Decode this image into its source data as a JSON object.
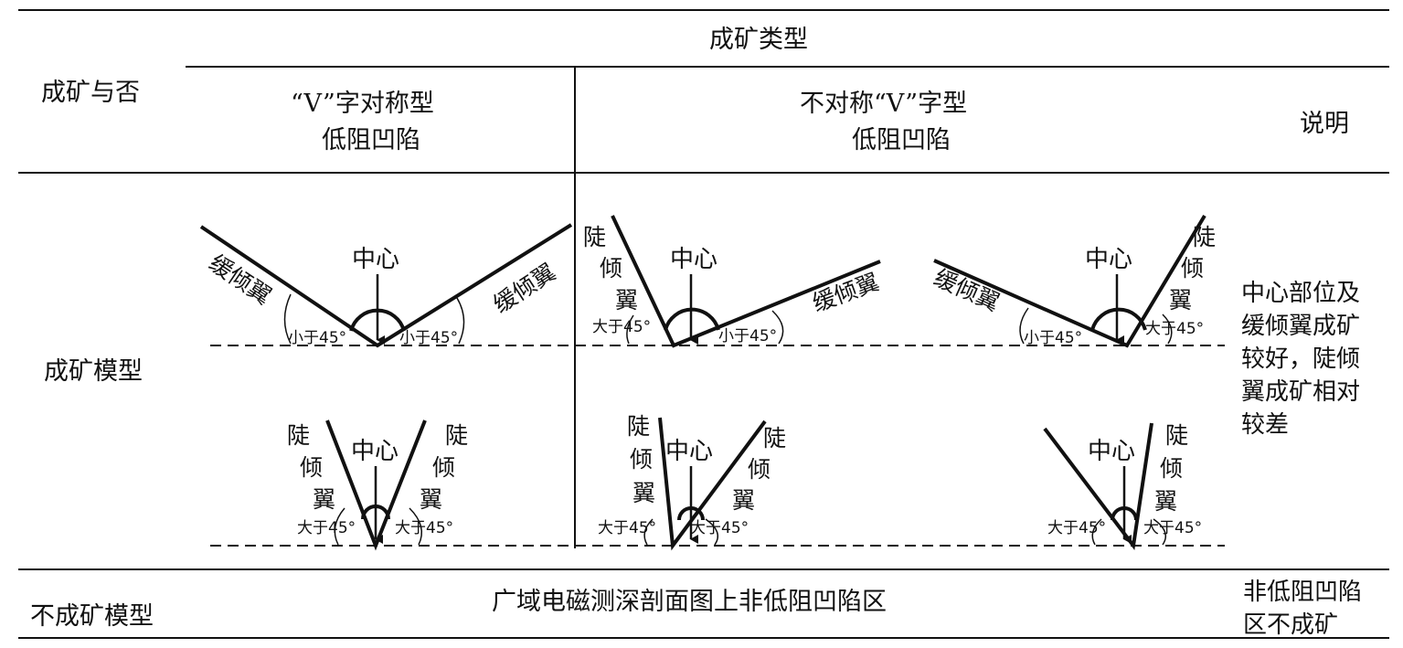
{
  "header": {
    "col_type": "成矿类型",
    "col_row": "成矿与否",
    "col_sym_line1": "“V”字对称型",
    "col_sym_line2": "低阻凹陷",
    "col_asym_line1": "不对称“V”字型",
    "col_asym_line2": "低阻凹陷",
    "col_note": "说明"
  },
  "rows": {
    "model_label": "成矿模型",
    "model_note": [
      "中心部位及",
      "缓倾翼成矿",
      "较好，陡倾",
      "翼成矿相对",
      "较差"
    ],
    "nonmodel_label": "不成矿模型",
    "nonmodel_desc": "广域电磁测深剖面图上非低阻凹陷区",
    "nonmodel_note": [
      "非低阻凹陷",
      "区不成矿"
    ]
  },
  "labels": {
    "center": "中心",
    "gentle": "缓倾翼",
    "steep_1": "陡",
    "steep_2": "倾",
    "steep_3": "翼",
    "lt45": "小于45°",
    "gt45": "大于45°"
  }
}
